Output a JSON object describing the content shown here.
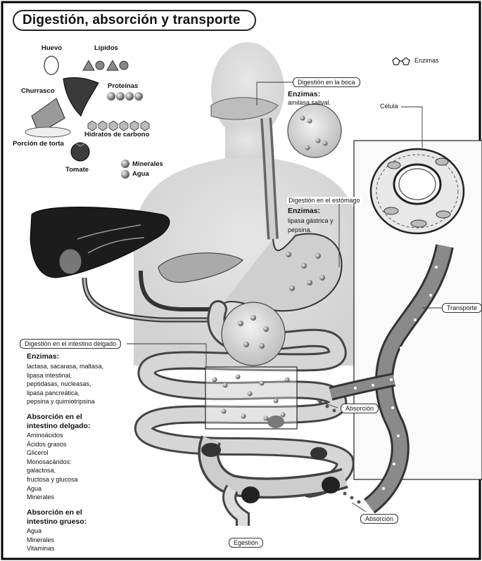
{
  "title": "Digestión, absorción y transporte",
  "foods": {
    "egg": "Huevo",
    "lipids": "Lípidos",
    "steak": "Churrasco",
    "proteins": "Proteínas",
    "carbs": "Hidratos de carbono",
    "cake": "Porción de torta",
    "tomato": "Tomate",
    "minerals": "Minerales",
    "water": "Agua"
  },
  "legend": {
    "enzymes": "Enzimas"
  },
  "mouth": {
    "title": "Digestión en la boca",
    "enzymes_header": "Enzimas:",
    "enzymes": "amilasa salival."
  },
  "stomach": {
    "title": "Digestión en el estómago",
    "enzymes_header": "Enzimas:",
    "enzymes": [
      "lipasa gástrica y",
      "pepsina."
    ]
  },
  "cell": {
    "label": "Célula"
  },
  "transport": {
    "label": "Transporte"
  },
  "small_intestine": {
    "title": "Digestión en el intestino delgado",
    "enzymes_header": "Enzimas:",
    "enzymes": [
      "lactasa, sacarasa, maltasa,",
      "lipasa intestinal,",
      "peptidasas, nucleasas,",
      "lipasa pancreática,",
      "pepsina y quimiotripsina"
    ]
  },
  "absorption_small": {
    "header": [
      "Absorción en el",
      "intestino delgado:"
    ],
    "items": [
      "Aminoácidos",
      "Ácidos grasos",
      "Glicerol",
      "Monosacáridos:",
      "galactosa,",
      "fructosa y glucosa",
      "Agua",
      "Minerales"
    ]
  },
  "absorption_large": {
    "header": [
      "Absorción en el",
      "intestino grueso:"
    ],
    "items": [
      "Agua",
      "Minerales",
      "Vitaminas"
    ]
  },
  "absorption_label_1": "Absorción",
  "absorption_label_2": "Absorción",
  "egestion": "Egestión"
}
